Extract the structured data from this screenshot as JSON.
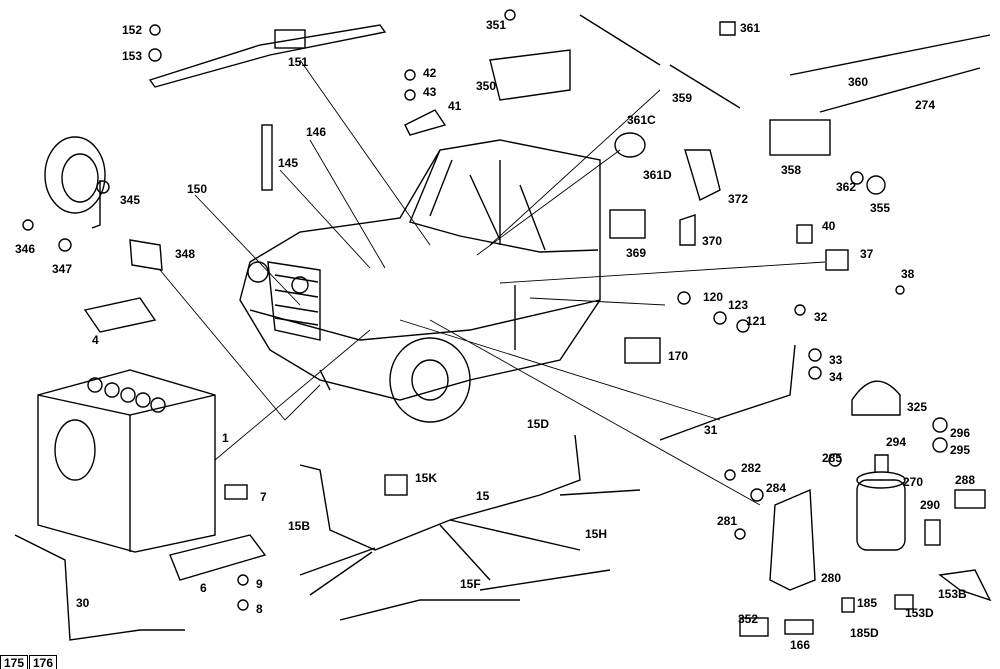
{
  "diagram": {
    "type": "exploded parts diagram",
    "colors": {
      "ink": "#000000",
      "background": "#ffffff"
    },
    "part_numbers": [
      "152",
      "153",
      "151",
      "351",
      "361",
      "42",
      "43",
      "41",
      "350",
      "359",
      "360",
      "274",
      "146",
      "145",
      "150",
      "345",
      "346",
      "347",
      "348",
      "361C",
      "361D",
      "372",
      "358",
      "362",
      "355",
      "40",
      "37",
      "38",
      "369",
      "370",
      "4",
      "120",
      "123",
      "121",
      "32",
      "170",
      "33",
      "34",
      "1",
      "325",
      "296",
      "295",
      "294",
      "31",
      "15D",
      "15K",
      "15",
      "7",
      "15B",
      "282",
      "284",
      "285",
      "270",
      "288",
      "290",
      "281",
      "6",
      "9",
      "8",
      "15H",
      "15F",
      "280",
      "153B",
      "30",
      "352",
      "166",
      "185",
      "185D",
      "153D"
    ],
    "page_numbers": [
      "175",
      "176"
    ]
  }
}
